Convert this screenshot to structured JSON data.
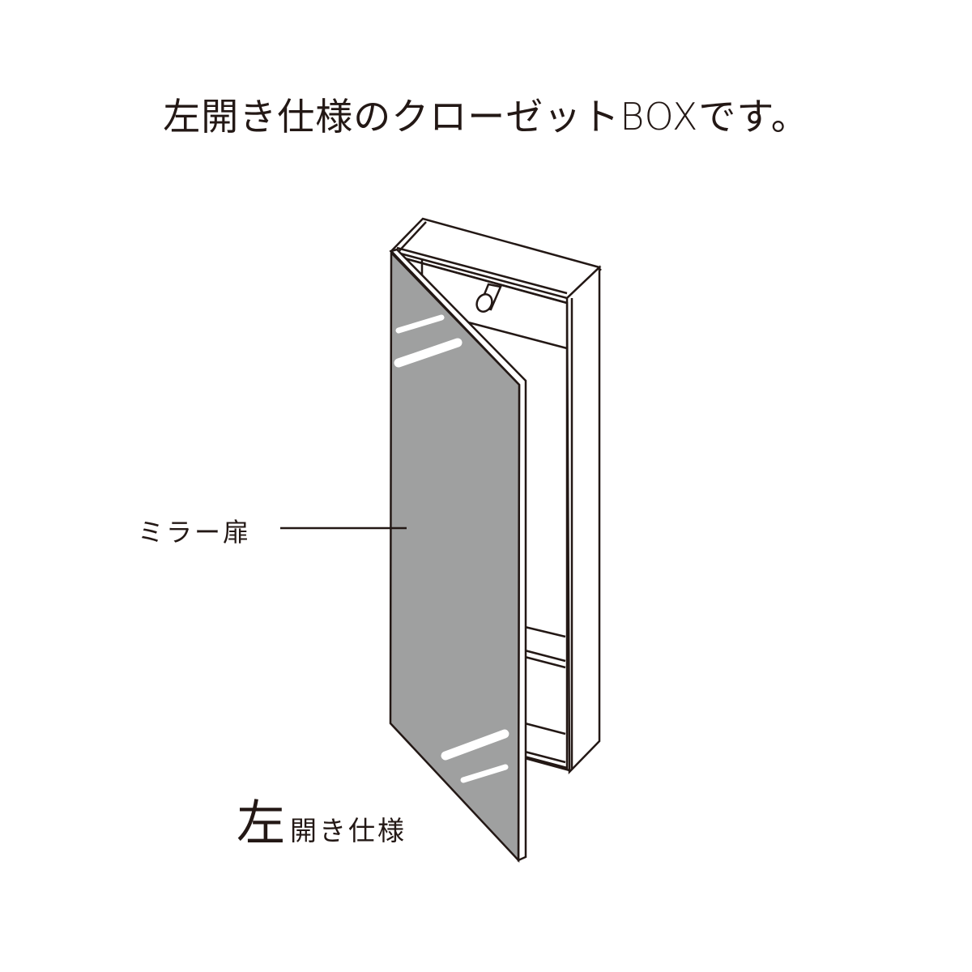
{
  "title": "左開き仕様のクローゼットBOXです。",
  "labels": {
    "mirror_door": "ミラー扉",
    "opening_big": "左",
    "opening_rest": "開き仕様"
  },
  "colors": {
    "line": "#231815",
    "mirror": "#9fa0a0",
    "highlight": "#ffffff",
    "background": "#ffffff"
  }
}
